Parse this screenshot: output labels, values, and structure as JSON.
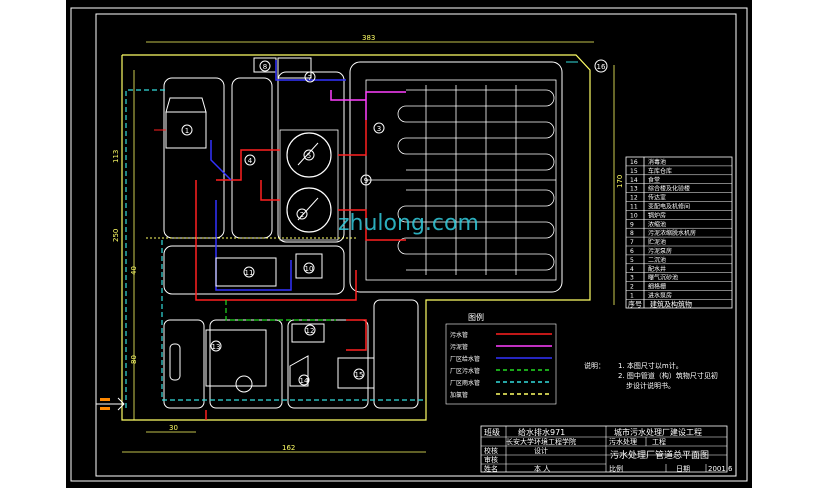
{
  "dimensions": {
    "top": "383",
    "left_upper": "113",
    "left_mid": "250",
    "left_40": "40",
    "left_80": "80",
    "right": "170",
    "bottom": "162",
    "bottom_small": "30"
  },
  "units": [
    {
      "id": "1",
      "label": "1"
    },
    {
      "id": "2",
      "label": "2"
    },
    {
      "id": "3",
      "label": "3"
    },
    {
      "id": "4",
      "label": "4"
    },
    {
      "id": "5",
      "label": "5"
    },
    {
      "id": "7",
      "label": "7"
    },
    {
      "id": "8",
      "label": "8"
    },
    {
      "id": "9",
      "label": "9"
    },
    {
      "id": "10",
      "label": "10"
    },
    {
      "id": "11",
      "label": "11"
    },
    {
      "id": "12",
      "label": "12"
    },
    {
      "id": "13",
      "label": "13"
    },
    {
      "id": "14",
      "label": "14"
    },
    {
      "id": "15",
      "label": "15"
    },
    {
      "id": "16",
      "label": "16"
    }
  ],
  "legend": {
    "title": "图例",
    "items": [
      {
        "label": "污水管",
        "color": "#ff2020",
        "dash": false
      },
      {
        "label": "污泥管",
        "color": "#ff40ff",
        "dash": false
      },
      {
        "label": "厂区给水管",
        "color": "#3333ff",
        "dash": false
      },
      {
        "label": "厂区污水管",
        "color": "#22dd22",
        "dash": true
      },
      {
        "label": "厂区雨水管",
        "color": "#33dddd",
        "dash": true
      },
      {
        "label": "加氯管",
        "color": "#ffff66",
        "dash": true
      }
    ]
  },
  "notes": {
    "title": "说明：",
    "lines": [
      "1. 本图尺寸以m计。",
      "2. 图中管道（构）筑物尺寸见初",
      "步设计说明书。"
    ]
  },
  "building_table": {
    "footer_no": "序号",
    "footer_name": "建筑及构筑物",
    "rows": [
      {
        "no": "16",
        "name": "消毒池"
      },
      {
        "no": "15",
        "name": "车库仓库"
      },
      {
        "no": "14",
        "name": "食堂"
      },
      {
        "no": "13",
        "name": "综合楼及化验楼"
      },
      {
        "no": "12",
        "name": "传达室"
      },
      {
        "no": "11",
        "name": "变配电及机修间"
      },
      {
        "no": "10",
        "name": "锅炉房"
      },
      {
        "no": "9",
        "name": "浓缩池"
      },
      {
        "no": "8",
        "name": "污泥浓缩脱水机房"
      },
      {
        "no": "7",
        "name": "贮泥池"
      },
      {
        "no": "6",
        "name": "污泥泵房"
      },
      {
        "no": "5",
        "name": "二沉池"
      },
      {
        "no": "4",
        "name": "配水井"
      },
      {
        "no": "3",
        "name": "曝气沉砂池"
      },
      {
        "no": "2",
        "name": "细格栅"
      },
      {
        "no": "1",
        "name": "进水泵房"
      }
    ]
  },
  "title_block": {
    "class_label": "班级",
    "class_value": "给水排水971",
    "project": "城市污水处理厂建设工程",
    "school": "长安大学环境工程学院",
    "drawing_title": "污水处理厂管道总平面图",
    "sub1": "污水处理",
    "sub2": "工程",
    "role1": "校核",
    "role2": "设计",
    "role3": "审核",
    "name_label": "姓名",
    "scale_label": "比例",
    "date_label": "日期",
    "date_value": "2001.6",
    "sign": "本 人"
  },
  "watermark": "zhulong.com"
}
